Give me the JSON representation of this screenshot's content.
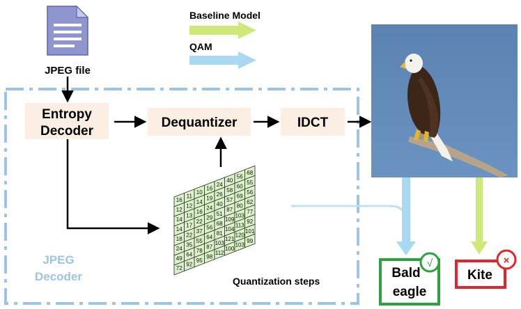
{
  "legend": {
    "baseline_label": "Baseline Model",
    "qam_label": "QAM",
    "baseline_color": "#cfe87a",
    "qam_color": "#a9d8f2"
  },
  "input": {
    "label": "JPEG file",
    "icon": "document-icon"
  },
  "blocks": {
    "entropy_line1": "Entropy",
    "entropy_line2": "Decoder",
    "dequantizer": "Dequantizer",
    "idct": "IDCT",
    "block_fill": "#fbeee3"
  },
  "decoder_region": {
    "line1": "JPEG",
    "line2": "Decoder",
    "border_color": "#9dc3e6"
  },
  "quantization": {
    "caption": "Quantization steps",
    "grid_fill": "#dbf2c8",
    "table": [
      [
        16,
        11,
        10,
        16,
        24,
        40,
        56,
        68
      ],
      [
        12,
        12,
        14,
        19,
        26,
        58,
        60,
        55
      ],
      [
        14,
        13,
        16,
        24,
        40,
        57,
        69,
        56
      ],
      [
        14,
        17,
        22,
        29,
        51,
        87,
        80,
        62
      ],
      [
        18,
        22,
        37,
        56,
        68,
        109,
        103,
        77
      ],
      [
        24,
        35,
        55,
        64,
        81,
        104,
        113,
        92
      ],
      [
        49,
        64,
        78,
        87,
        103,
        121,
        120,
        101
      ],
      [
        72,
        92,
        95,
        98,
        112,
        100,
        103,
        99
      ]
    ]
  },
  "image": {
    "subject": "bald-eagle-photo",
    "sky_color": "#5e86b4"
  },
  "outputs": {
    "qam_line1": "Bald",
    "qam_line2": "eagle",
    "qam_mark": "√",
    "qam_color": "#2aa33a",
    "baseline_label": "Kite",
    "baseline_mark": "×",
    "baseline_color": "#e0252b"
  }
}
